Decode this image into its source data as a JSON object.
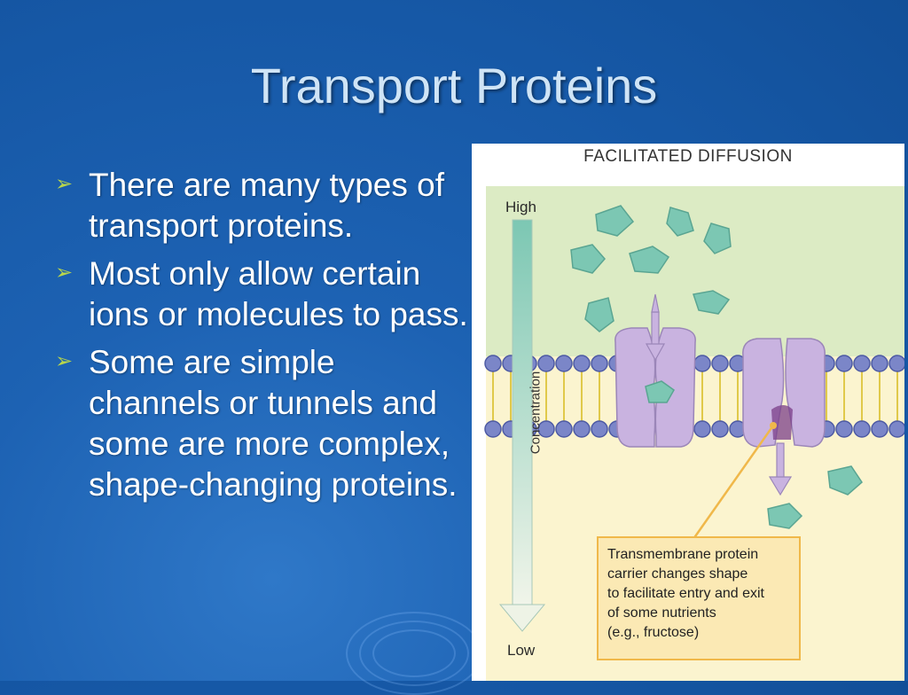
{
  "slide": {
    "title": "Transport Proteins",
    "bullets": [
      "There are many types of transport proteins.",
      "Most only allow certain ions or molecules to pass.",
      "Some are simple channels or tunnels and some are more complex, shape-changing proteins."
    ],
    "bullet_marker": "➢"
  },
  "figure": {
    "title": "FACILITATED DIFFUSION",
    "high_label": "High",
    "low_label": "Low",
    "axis_label": "Concentration",
    "callout_lines": [
      "Transmembrane protein",
      "carrier changes shape",
      "to facilitate entry and exit",
      "of some nutrients",
      "(e.g., fructose)"
    ]
  },
  "colors": {
    "background": "#1658a6",
    "title_text": "#cfe4f6",
    "bullet_arrow": "#b8d64b",
    "upper_region": "#dcebc4",
    "lower_region": "#fbf4cf",
    "membrane_head": "#7b86c8",
    "protein": "#c9b3e0",
    "molecule": "#7cc7b3",
    "callout_fill": "#fbe9b4",
    "callout_border": "#f0b84a"
  }
}
